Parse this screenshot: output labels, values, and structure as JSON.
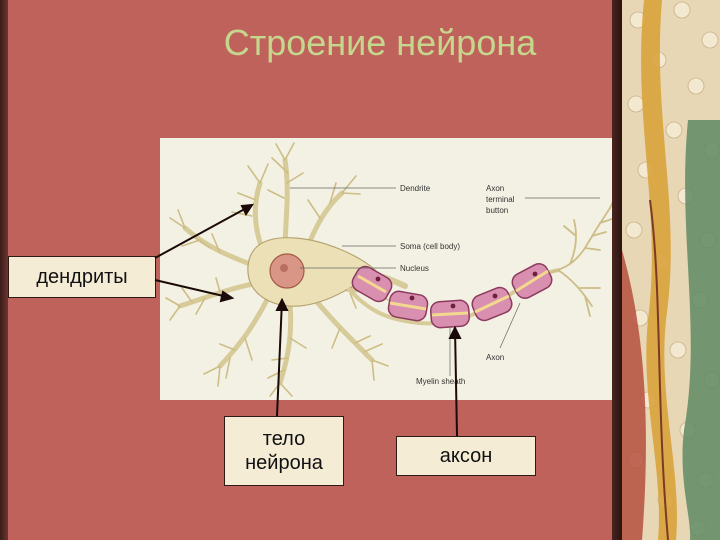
{
  "slide": {
    "title": "Строение нейрона"
  },
  "diagram_labels": {
    "dendrite": "Dendrite",
    "axon_terminal_line1": "Axon",
    "axon_terminal_line2": "terminal",
    "axon_terminal_line3": "button",
    "soma": "Soma (cell body)",
    "nucleus": "Nucleus",
    "axon": "Axon",
    "myelin": "Myelin sheath"
  },
  "callouts": {
    "dendrites": "дендриты",
    "soma_line1": "тело",
    "soma_line2": "нейрона",
    "axon": "аксон"
  },
  "colors": {
    "slide_background": "#c0625c",
    "title_color": "#c4d78c",
    "diagram_background": "#f3f1e3",
    "neuron_fill": "#ece1b6",
    "neuron_stroke": "#b7a473",
    "myelin_fill": "#d98fb0",
    "myelin_stroke": "#8c3a5e",
    "nucleus_fill": "#d99585",
    "label_box_fill": "#f5ecd6",
    "pointer_color": "#1a0a08"
  }
}
